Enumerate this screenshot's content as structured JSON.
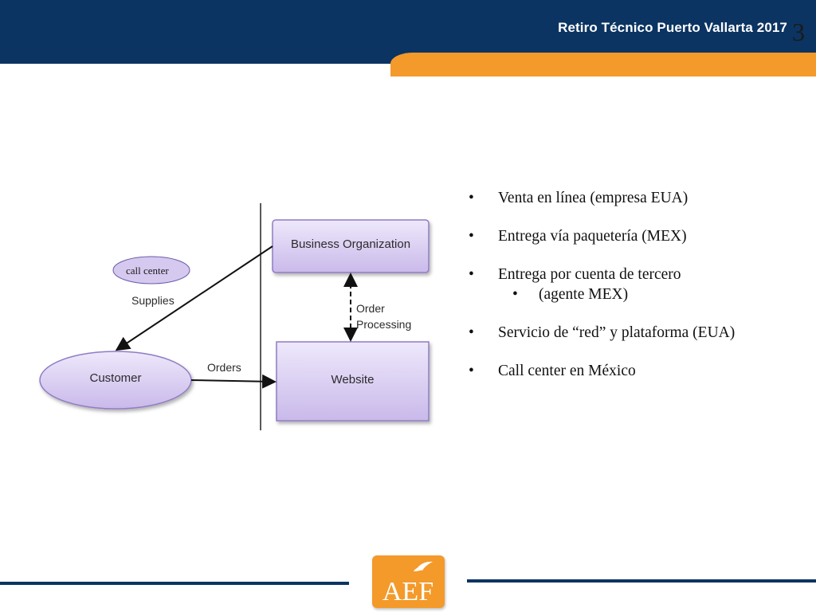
{
  "header": {
    "title": "Retiro Técnico Puerto Vallarta 2017",
    "slide_number": "3"
  },
  "diagram": {
    "nodes": {
      "business_organization": "Business Organization",
      "customer": "Customer",
      "website": "Website",
      "call_center": "call center"
    },
    "edges": {
      "supplies": "Supplies",
      "orders": "Orders",
      "order_processing_line1": "Order",
      "order_processing_line2": "Processing"
    }
  },
  "bullets": [
    {
      "text": "Venta en línea (empresa EUA)",
      "level": 1
    },
    {
      "text": "Entrega vía paquetería (MEX)",
      "level": 1
    },
    {
      "text": "Entrega por cuenta de tercero",
      "level": 1
    },
    {
      "text": "(agente MEX)",
      "level": 2
    },
    {
      "text": "Servicio de “red” y plataforma (EUA)",
      "level": 1
    },
    {
      "text": "Call center en México",
      "level": 1
    }
  ],
  "bullet_glyph": "•",
  "logo": {
    "text": "AEF",
    "icon": "bird-icon"
  },
  "colors": {
    "navy": "#0b3462",
    "orange": "#f39a2b",
    "lavender": "#d6c9ef",
    "lavender_border": "#8f7dc4"
  }
}
